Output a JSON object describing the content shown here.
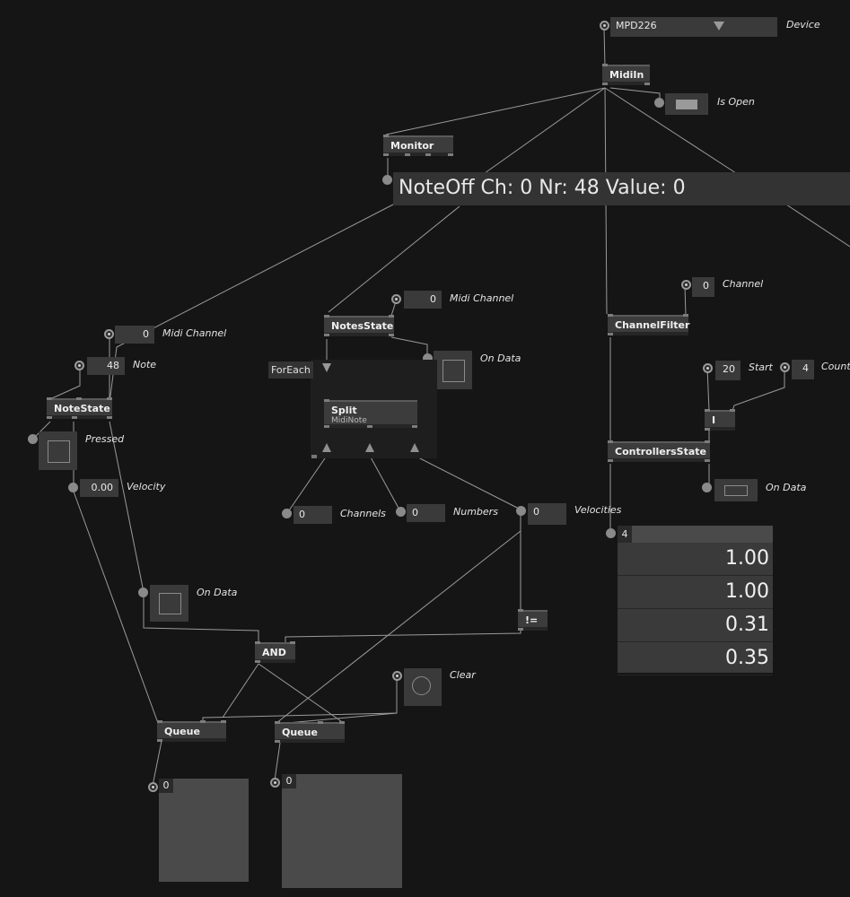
{
  "device": {
    "value": "MPD226",
    "label": "Device"
  },
  "midiin": {
    "title": "MidiIn",
    "is_open_label": "Is Open"
  },
  "monitor": {
    "title": "Monitor",
    "text": "NoteOff Ch: 0 Nr: 48 Value: 0"
  },
  "notestate": {
    "title": "NoteState",
    "midi_channel_value": "0",
    "midi_channel_label": "Midi Channel",
    "note_value": "48",
    "note_label": "Note",
    "pressed_label": "Pressed",
    "velocity_value": "0.00",
    "velocity_label": "Velocity",
    "on_data_label": "On Data"
  },
  "notesstate": {
    "title": "NotesState",
    "midi_channel_value": "0",
    "midi_channel_label": "Midi Channel",
    "on_data_label": "On Data",
    "foreach_label": "ForEach",
    "split_title": "Split",
    "split_subtitle": "MidiNote",
    "channels_value": "0",
    "channels_label": "Channels",
    "numbers_value": "0",
    "numbers_label": "Numbers",
    "velocities_value": "0",
    "velocities_label": "Velocities"
  },
  "channelfilter": {
    "title": "ChannelFilter",
    "channel_value": "0",
    "channel_label": "Channel"
  },
  "controllers": {
    "title": "ControllersState",
    "start_value": "20",
    "start_label": "Start",
    "count_value": "4",
    "count_label": "Count",
    "range_node": "I",
    "on_data_label": "On Data",
    "spread_count": "4",
    "values": [
      "1.00",
      "1.00",
      "0.31",
      "0.35"
    ]
  },
  "logic": {
    "neq": "!=",
    "and": "AND"
  },
  "clear_label": "Clear",
  "queue1": {
    "title": "Queue",
    "count": "0"
  },
  "queue2": {
    "title": "Queue",
    "count": "0"
  }
}
